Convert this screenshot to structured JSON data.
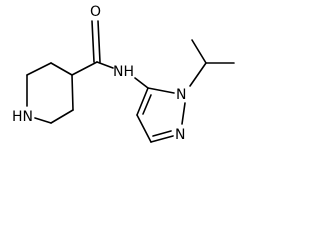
{
  "molecule": {
    "atoms": {
      "carbonyl_o": "O",
      "amide_nh": "NH",
      "pyrazole_n1": "N",
      "pyrazole_n2": "N",
      "piperidine_nh": "HN"
    },
    "colors": {
      "ink": "#000000",
      "background": "#ffffff"
    }
  }
}
